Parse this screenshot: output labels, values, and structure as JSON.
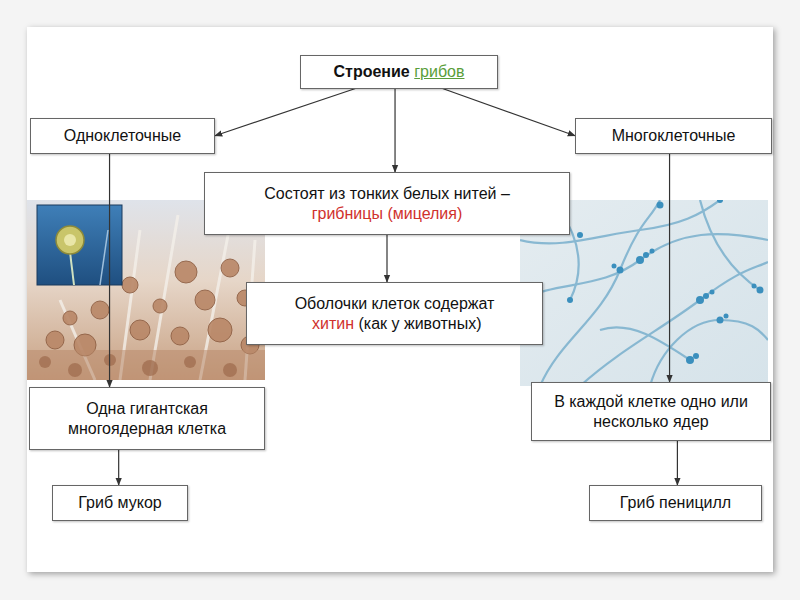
{
  "diagram": {
    "nodes": [
      {
        "text": [
          "Строение",
          "грибов"
        ]
      },
      {
        "text": [
          "Одноклеточные"
        ]
      },
      {
        "text": [
          "Многоклеточные"
        ]
      },
      {
        "text": [
          "Состоят из тонких белых нитей –",
          "грибницы (мицелия)"
        ]
      },
      {
        "text": [
          "Оболочки клеток содержат",
          "хитин",
          "(как у животных)"
        ]
      },
      {
        "text": [
          "Одна гигантская многоядерная клетка"
        ]
      },
      {
        "text": [
          "В каждой клетке одно или несколько ядер"
        ]
      },
      {
        "text": [
          "Гриб мукор"
        ]
      },
      {
        "text": [
          "Гриб пеницилл"
        ]
      }
    ],
    "edges": [
      {
        "from": 0,
        "to": 1,
        "arrow": "to"
      },
      {
        "from": 0,
        "to": 3,
        "arrow": "to"
      },
      {
        "from": 0,
        "to": 2,
        "arrow": "to"
      },
      {
        "from": 3,
        "to": 4,
        "arrow": "to"
      },
      {
        "from": 1,
        "to": 5,
        "arrow": "to"
      },
      {
        "from": 2,
        "to": 6,
        "arrow": "to"
      },
      {
        "from": 5,
        "to": 7,
        "arrow": "to"
      },
      {
        "from": 6,
        "to": 8,
        "arrow": "to"
      }
    ]
  }
}
